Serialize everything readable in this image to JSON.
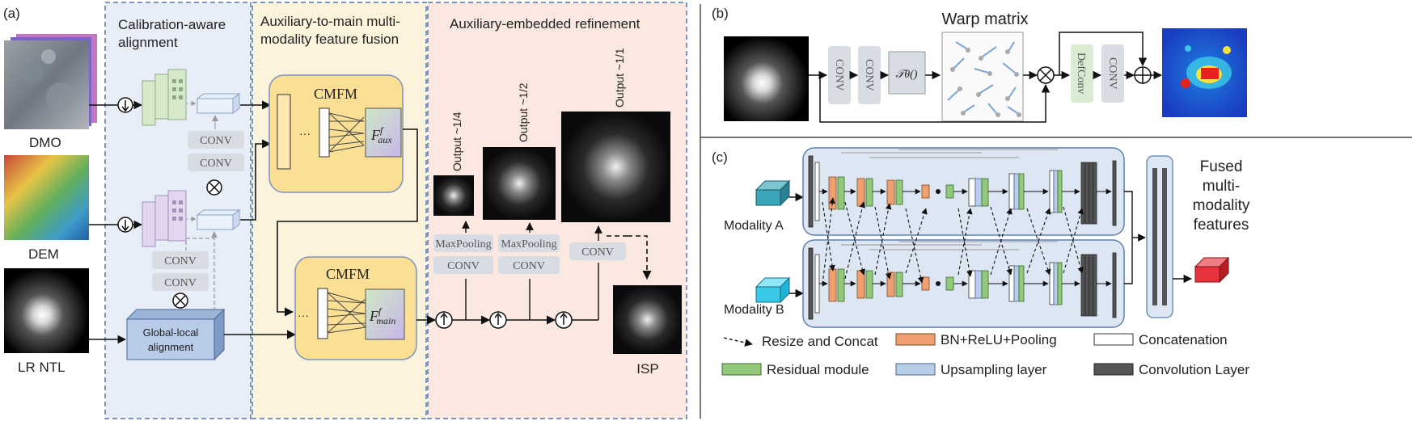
{
  "panels": {
    "a_label": "(a)",
    "b_label": "(b)",
    "c_label": "(c)"
  },
  "panel_a": {
    "stage1_title_line1": "Calibration-aware",
    "stage1_title_line2": "alignment",
    "stage2_title_line1": "Auxiliary-to-main multi-",
    "stage2_title_line2": "modality feature fusion",
    "stage3_title": "Auxiliary-embedded refinement",
    "input_dmo": "DMO",
    "input_dem": "DEM",
    "input_lrntl": "LR NTL",
    "conv": "CONV",
    "maxpooling": "MaxPooling",
    "global_local_line1": "Global-local",
    "global_local_line2": "alignment",
    "cmfm": "CMFM",
    "f_aux_base": "F",
    "f_aux_sup": "f",
    "f_aux_sub": "aux",
    "f_main_base": "F",
    "f_main_sup": "f",
    "f_main_sub": "main",
    "ellipsis": "···",
    "output_quarter": "Output ~1/4",
    "output_half": "Output ~1/2",
    "output_full": "Output ~1/1",
    "isp": "ISP"
  },
  "panel_b": {
    "title": "Warp matrix",
    "conv": "CONV",
    "tau": "𝒯θ()",
    "deformconv": "DefConv"
  },
  "panel_c": {
    "modality_a": "Modality A",
    "modality_b": "Modality B",
    "fused_line1": "Fused",
    "fused_line2": "multi-",
    "fused_line3": "modality",
    "fused_line4": "features",
    "legend": [
      "Resize and Concat",
      "BN+ReLU+Pooling",
      "Concatenation",
      "Residual module",
      "Upsampling layer",
      "Convolution Layer"
    ]
  },
  "colors": {
    "stage1_bg": "#e8eef7",
    "stage2_bg": "#fbf3dc",
    "stage3_bg": "#fbe9e1",
    "cmfm_fill": "#fbdf94",
    "conv_box": "#d8dde4",
    "deformconv": "#d9ecd2",
    "residual_green": "#92c97a",
    "bn_orange": "#f0a070",
    "upsample_blue": "#b7cde8",
    "conv_dark": "#555555",
    "modality_a": "#3aa6b9",
    "modality_b": "#39c9e8",
    "fused": "#e8323c"
  }
}
